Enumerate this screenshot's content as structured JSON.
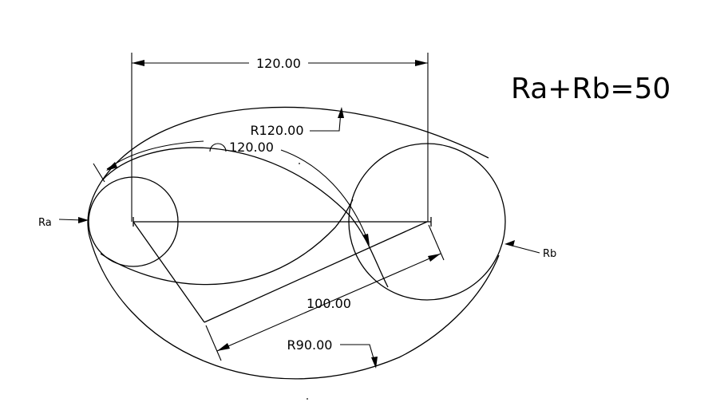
{
  "equation": "Ra+Rb=50",
  "labels": {
    "ra": "Ra",
    "rb": "Rb"
  },
  "dimensions": {
    "horizontal": "120.00",
    "radius_upper": "R120.00",
    "arc_length": "120.00",
    "slanted": "100.00",
    "radius_lower": "R90.00"
  },
  "colors": {
    "line": "#000000",
    "background": "#ffffff"
  }
}
